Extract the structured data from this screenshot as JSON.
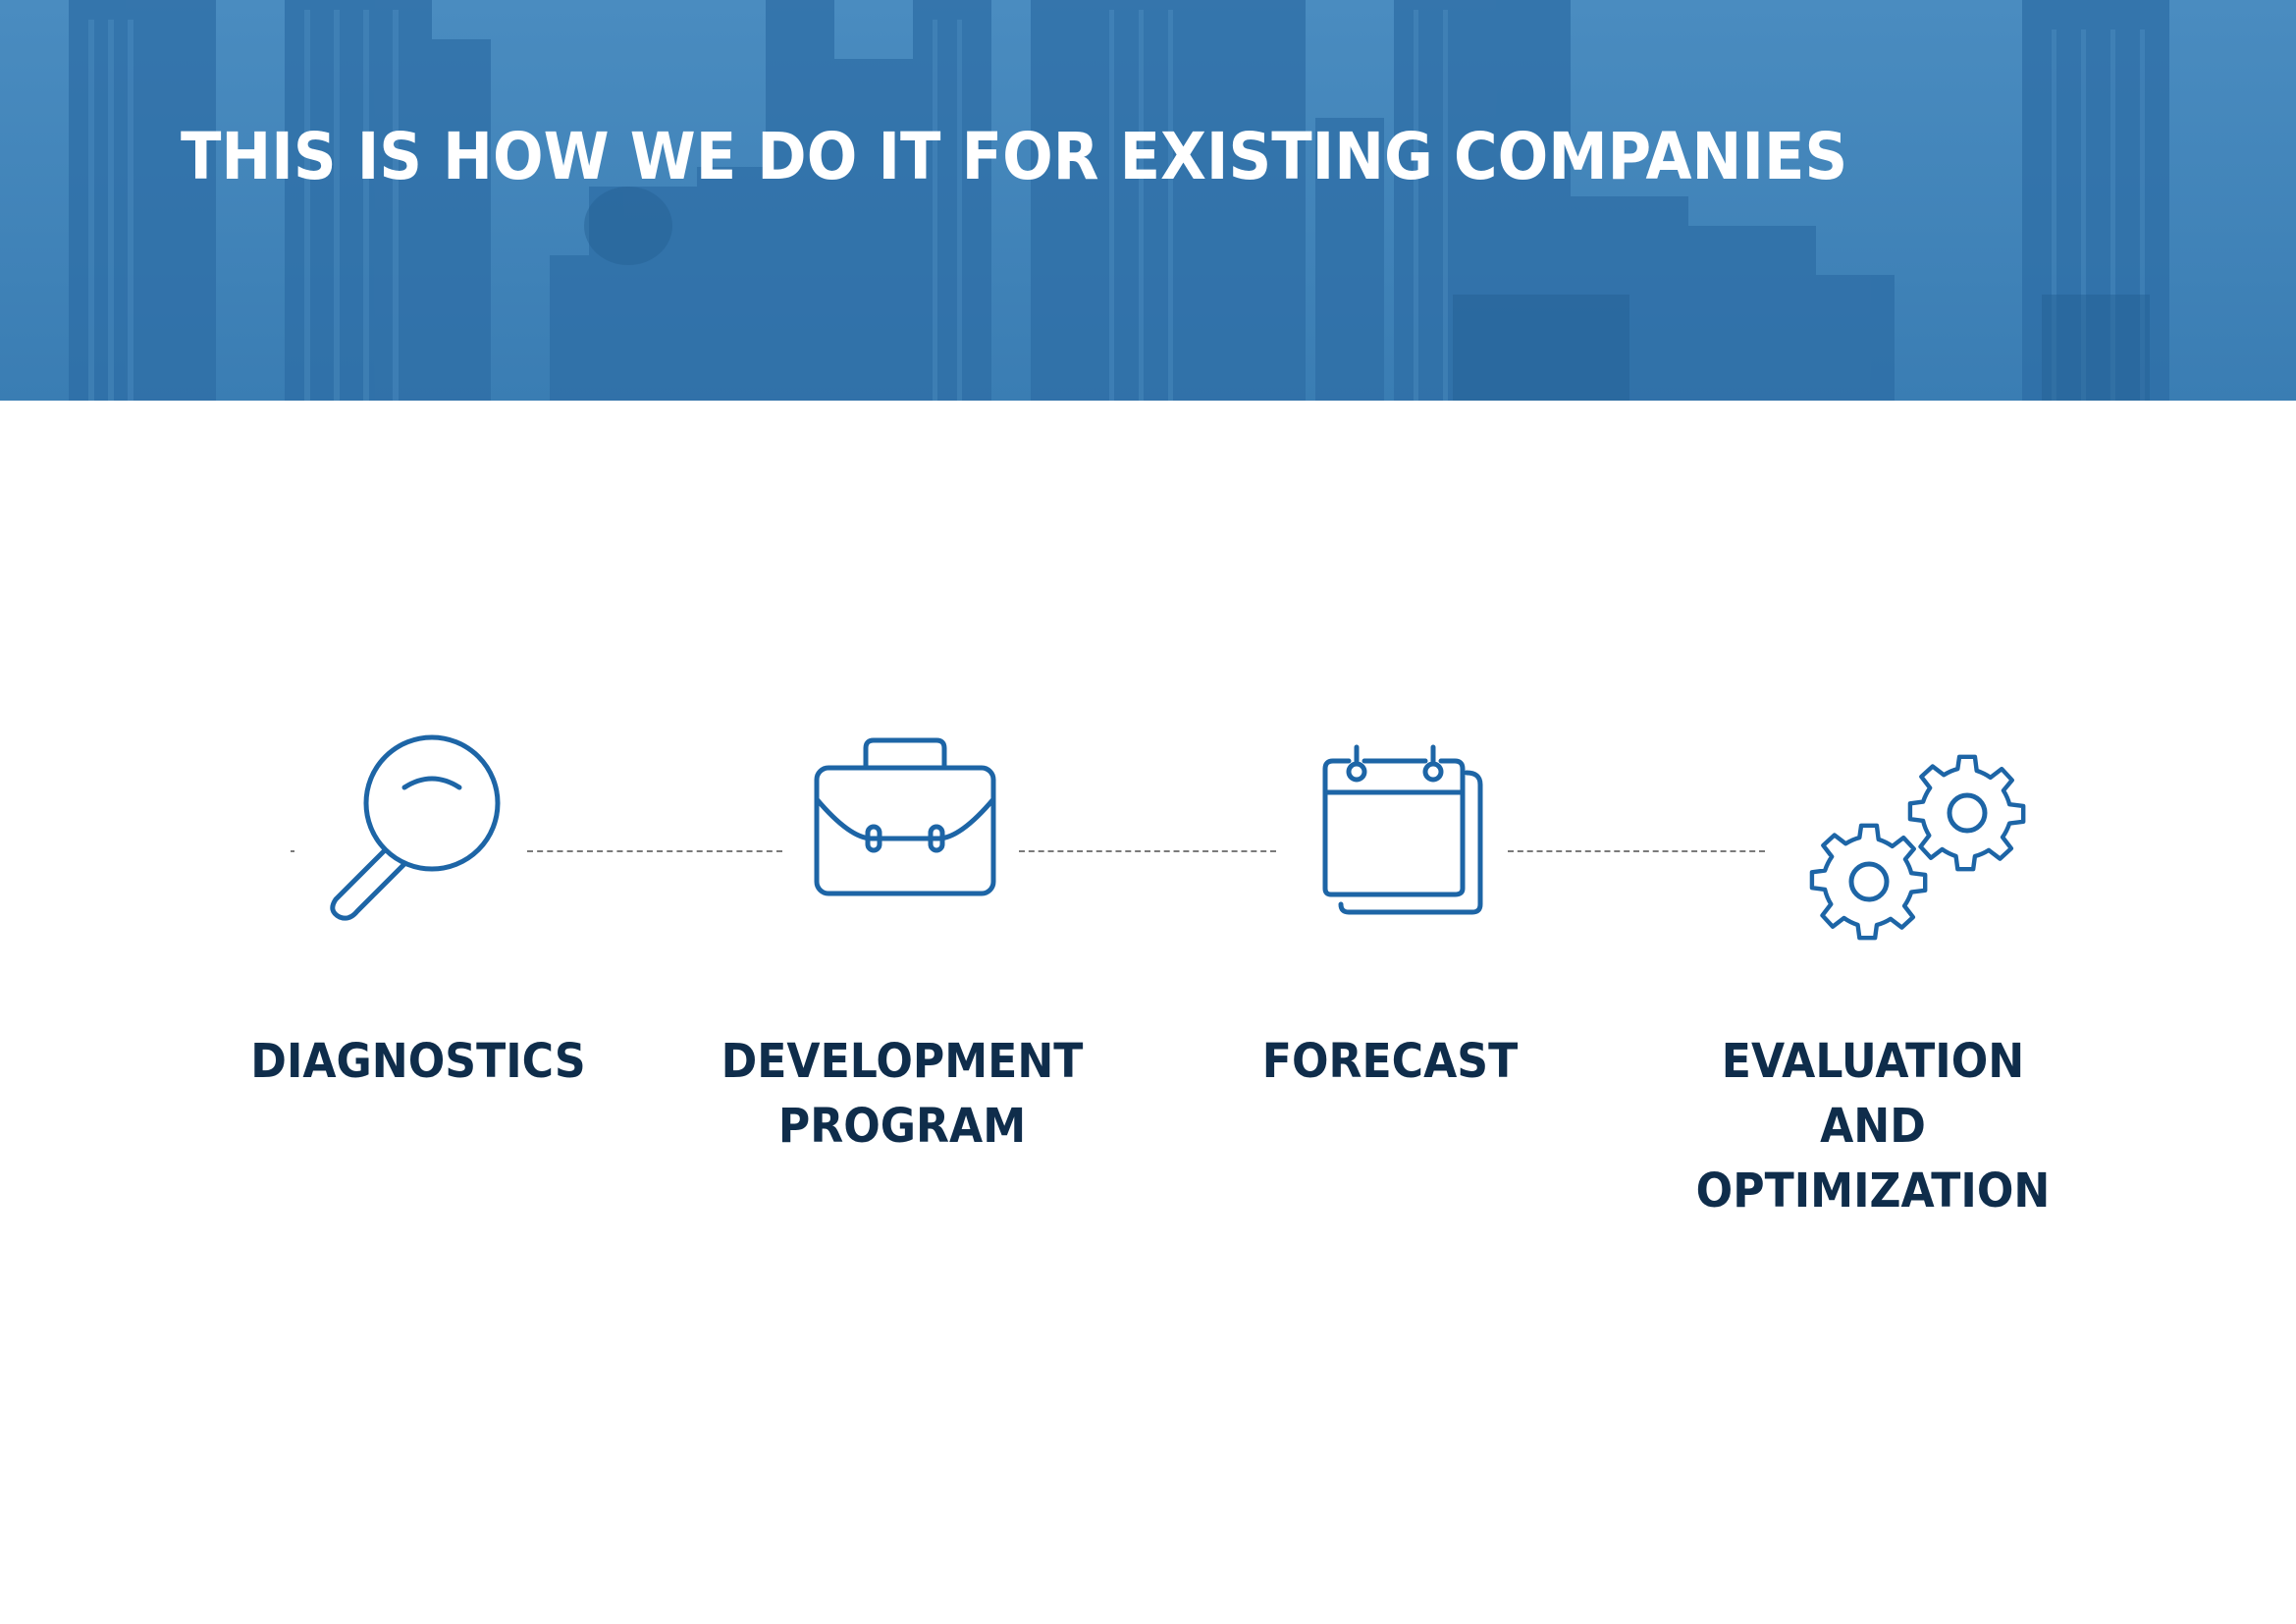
{
  "header": {
    "title": "THIS IS HOW WE DO IT FOR EXISTING COMPANIES"
  },
  "colors": {
    "banner_blue": "#3f84ba",
    "icon_blue": "#1d65a6",
    "label_navy": "#0f2d4b",
    "connector_gray": "#7a7a7a"
  },
  "steps": [
    {
      "icon": "magnifier-icon",
      "label_lines": [
        "DIAGNOSTICS"
      ]
    },
    {
      "icon": "briefcase-icon",
      "label_lines": [
        "DEVELOPMENT",
        "PROGRAM"
      ]
    },
    {
      "icon": "calendar-icon",
      "label_lines": [
        "FORECAST"
      ]
    },
    {
      "icon": "gears-icon",
      "label_lines": [
        "EVALUATION AND",
        "OPTIMIZATION"
      ]
    }
  ]
}
